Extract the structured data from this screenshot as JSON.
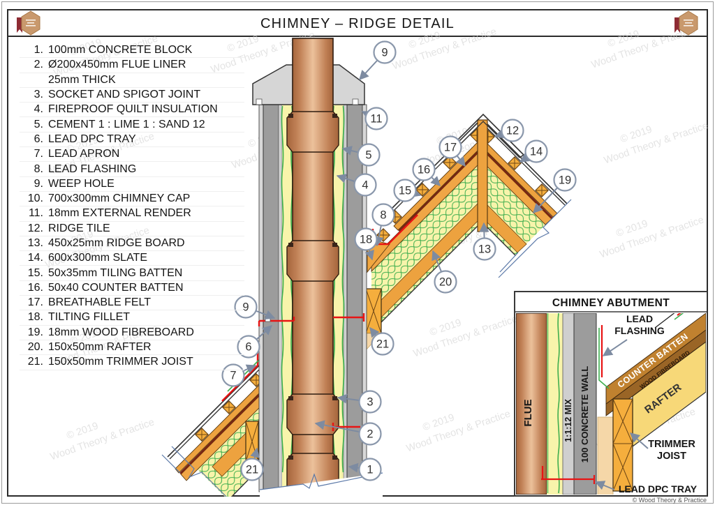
{
  "header": {
    "title": "CHIMNEY – RIDGE DETAIL"
  },
  "legend": {
    "items": [
      {
        "num": "1.",
        "text": "100mm CONCRETE BLOCK"
      },
      {
        "num": "2.",
        "text": "Ø200x450mm FLUE LINER"
      },
      {
        "num": "",
        "text": "25mm THICK"
      },
      {
        "num": "3.",
        "text": "SOCKET AND SPIGOT JOINT"
      },
      {
        "num": "4.",
        "text": "FIREPROOF QUILT INSULATION"
      },
      {
        "num": "5.",
        "text": "CEMENT 1 : LIME 1 : SAND 12"
      },
      {
        "num": "6.",
        "text": "LEAD DPC TRAY"
      },
      {
        "num": "7.",
        "text": "LEAD APRON"
      },
      {
        "num": "8.",
        "text": "LEAD FLASHING"
      },
      {
        "num": "9.",
        "text": "WEEP HOLE"
      },
      {
        "num": "10.",
        "text": "700x300mm CHIMNEY CAP"
      },
      {
        "num": "11.",
        "text": "18mm EXTERNAL RENDER"
      },
      {
        "num": "12.",
        "text": "RIDGE TILE"
      },
      {
        "num": "13.",
        "text": "450x25mm RIDGE BOARD"
      },
      {
        "num": "14.",
        "text": "600x300mm SLATE"
      },
      {
        "num": "15.",
        "text": "50x35mm TILING BATTEN"
      },
      {
        "num": "16.",
        "text": "50x40 COUNTER BATTEN"
      },
      {
        "num": "17.",
        "text": "BREATHABLE FELT"
      },
      {
        "num": "18.",
        "text": "TILTING FILLET"
      },
      {
        "num": "19.",
        "text": "18mm WOOD FIBREBOARD"
      },
      {
        "num": "20.",
        "text": "150x50mm RAFTER"
      },
      {
        "num": "21.",
        "text": "150x50mm TRIMMER JOIST"
      }
    ]
  },
  "diagram": {
    "callouts": [
      "9",
      "11",
      "5",
      "4",
      "12",
      "17",
      "14",
      "16",
      "19",
      "15",
      "8",
      "18",
      "13",
      "20",
      "21",
      "9",
      "6",
      "7",
      "21",
      "3",
      "2",
      "1"
    ]
  },
  "inset": {
    "title": "CHIMNEY ABUTMENT",
    "labels": {
      "lead_flashing_1": "LEAD",
      "lead_flashing_2": "FLASHING",
      "flue": "FLUE",
      "mix": "1:1:12 MIX",
      "concrete_wall": "100 CONCRETE WALL",
      "counter_batten": "COUNTER BATTEN",
      "wood_fibreboard": "WOOD FIBREBOARD",
      "rafter": "RAFTER",
      "trimmer_1": "TRIMMER",
      "trimmer_2": "JOIST",
      "lead_dpc": "LEAD DPC TRAY"
    }
  },
  "watermark": {
    "line1": "© 2019",
    "line2": "Wood Theory & Practice"
  },
  "footer": {
    "copyright": "© Wood Theory & Practice"
  },
  "colors": {
    "copper_flue": "#c98a5e",
    "insulation_yellow": "#f8f4ab",
    "cement_green": "#3fae4f",
    "wood_orange": "#f0a640",
    "lead_red": "#e81414",
    "concrete_gray": "#9c9c9c",
    "callout_stroke": "#8a97ab",
    "break_blue": "#5b79a8"
  }
}
